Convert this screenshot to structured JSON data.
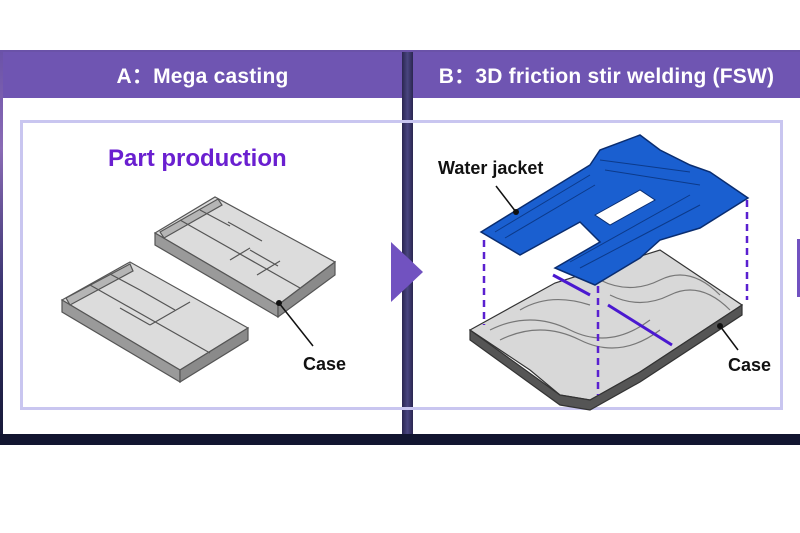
{
  "panels": [
    {
      "header": "A：Mega casting",
      "subtitle": "Part production",
      "callouts": [
        {
          "label": "Case"
        }
      ]
    },
    {
      "header": "B：3D friction stir welding (FSW)",
      "callouts": [
        {
          "label": "Water jacket"
        },
        {
          "label": "Case"
        }
      ]
    }
  ],
  "colors": {
    "header_bg": "#6f55b2",
    "subtitle": "#6a1fd0",
    "arrow": "#7152c0",
    "outline": "#c9c6f0",
    "water_jacket": "#1a5fd0",
    "dash_guides": "#5a20d0"
  }
}
